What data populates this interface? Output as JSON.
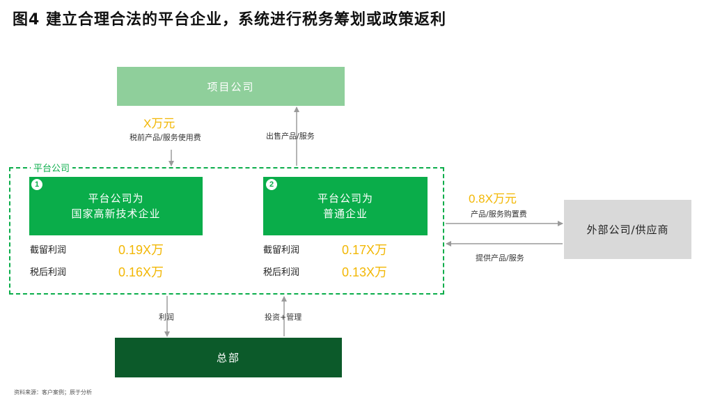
{
  "title": "图4  建立合理合法的平台企业，系统进行税务筹划或政策返利",
  "nodes": {
    "project_company": "项目公司",
    "headquarters": "总部",
    "supplier": "外部公司/供应商",
    "platform_label": "平台公司"
  },
  "enterprises": [
    {
      "badge": "1",
      "line1": "平台公司为",
      "line2": "国家高新技术企业",
      "retained_label": "截留利润",
      "retained_value": "0.19X万",
      "after_tax_label": "税后利润",
      "after_tax_value": "0.16X万"
    },
    {
      "badge": "2",
      "line1": "平台公司为",
      "line2": "普通企业",
      "retained_label": "截留利润",
      "retained_value": "0.17X万",
      "after_tax_label": "税后利润",
      "after_tax_value": "0.13X万"
    }
  ],
  "flows": {
    "fee_amount": "X万元",
    "fee_label": "税前产品/服务使用费",
    "sell_label": "出售产品/服务",
    "purchase_amount": "0.8X万元",
    "purchase_label": "产品/服务购置费",
    "provide_label": "提供产品/服务",
    "profit_label": "利润",
    "investment_label": "投资+管理"
  },
  "source": "资料来源：客户案例；辰于分析",
  "colors": {
    "accent_green": "#0aad4a",
    "light_green": "#8fcf9b",
    "dark_green": "#0c5a2a",
    "gold": "#f2b705",
    "grey_box": "#d9d9d9",
    "arrow": "#9a9a9a"
  }
}
